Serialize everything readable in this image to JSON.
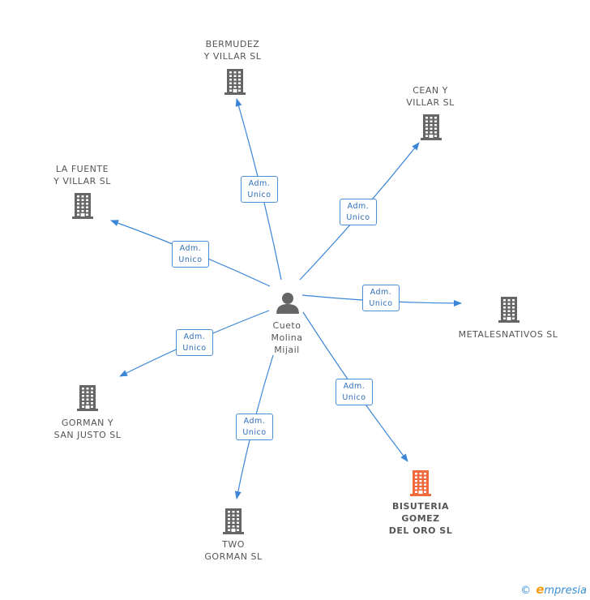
{
  "center": {
    "name": "Cueto\nMolina\nMijail",
    "icon": "person-icon"
  },
  "relation_label_1": "Adm.",
  "relation_label_2": "Unico",
  "colors": {
    "edge": "#3b86d6",
    "building": "#666666",
    "highlight": "#f06a3c"
  },
  "companies": [
    {
      "id": "bermudez",
      "name": "BERMUDEZ\nY VILLAR  SL",
      "highlight": false
    },
    {
      "id": "cean",
      "name": "CEAN Y\nVILLAR  SL",
      "highlight": false
    },
    {
      "id": "lafuente",
      "name": "LA FUENTE\nY VILLAR  SL",
      "highlight": false
    },
    {
      "id": "metales",
      "name": "METALESNATIVOS SL",
      "highlight": false
    },
    {
      "id": "gorman",
      "name": "GORMAN Y\nSAN JUSTO  SL",
      "highlight": false
    },
    {
      "id": "bisuteria",
      "name": "BISUTERIA\nGOMEZ\nDEL ORO  SL",
      "highlight": true
    },
    {
      "id": "two",
      "name": "TWO\nGORMAN  SL",
      "highlight": false
    }
  ],
  "footer": {
    "copyright": "©",
    "brand_first": "e",
    "brand_rest": "mpresia"
  }
}
